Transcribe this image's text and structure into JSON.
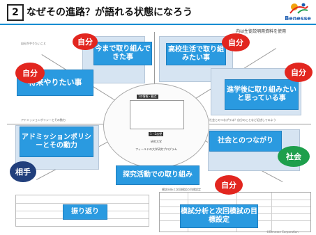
{
  "header": {
    "section_number": "2",
    "title": "なぜその進路？が語れる状態になろう",
    "brand_name": "Benesse"
  },
  "note": "内は生徒説明用資料を使用",
  "center": {
    "label1": "1の情報・観点",
    "label2": "1・2志望",
    "school": "研究大学",
    "sub": "フィールドの大学研究プログラム"
  },
  "blocks": {
    "past": "今まで取り組んできた事",
    "hs": "高校生活で取り組みたい事",
    "future": "将来やりたい事",
    "after": "進学後に取り組みたいと思っている事",
    "ap": "アドミッションポリシーとその動力",
    "society": "社会とのつながり",
    "inquiry": "探究活動での取り組み",
    "review": "振り返り",
    "mock": "模試分析と次回模試の目標設定"
  },
  "bubbles": {
    "self": "自分",
    "society": "社会",
    "partner": "相手"
  },
  "small_texts": {
    "ap_heading": "アドミッションポリシーとその動力",
    "society_heading": "社会とのつながりは？自分のことなど記述してみよう",
    "analysis_heading": "模試分析と次回模試の目標設定",
    "left_top": "自分がやりたいこと",
    "copyright": "©Benesse Corporation"
  }
}
